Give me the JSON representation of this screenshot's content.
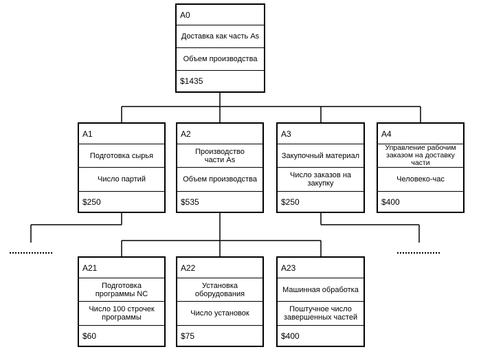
{
  "nodes": {
    "a0": {
      "id": "A0",
      "activity": "Доставка как часть As",
      "driver": "Объем производства",
      "cost": "$1435"
    },
    "a1": {
      "id": "A1",
      "activity": "Подготовка сырья",
      "driver": "Число партий",
      "cost": "$250"
    },
    "a2": {
      "id": "A2",
      "activity": "Производство части As",
      "driver": "Объем производства",
      "cost": "$535"
    },
    "a3": {
      "id": "A3",
      "activity": "Закупочный материал",
      "driver": "Число заказов на закупку",
      "cost": "$250"
    },
    "a4": {
      "id": "A4",
      "activity": "Управление рабочим заказом на доставку части",
      "driver": "Человеко-час",
      "cost": "$400"
    },
    "a21": {
      "id": "A21",
      "activity": "Подготовка программы NC",
      "driver": "Число 100 строчек программы",
      "cost": "$60"
    },
    "a22": {
      "id": "A22",
      "activity": "Установка оборудования",
      "driver": "Число установок",
      "cost": "$75"
    },
    "a23": {
      "id": "A23",
      "activity": "Машинная обработка",
      "driver": "Поштучное число завершенных частей",
      "cost": "$400"
    }
  }
}
